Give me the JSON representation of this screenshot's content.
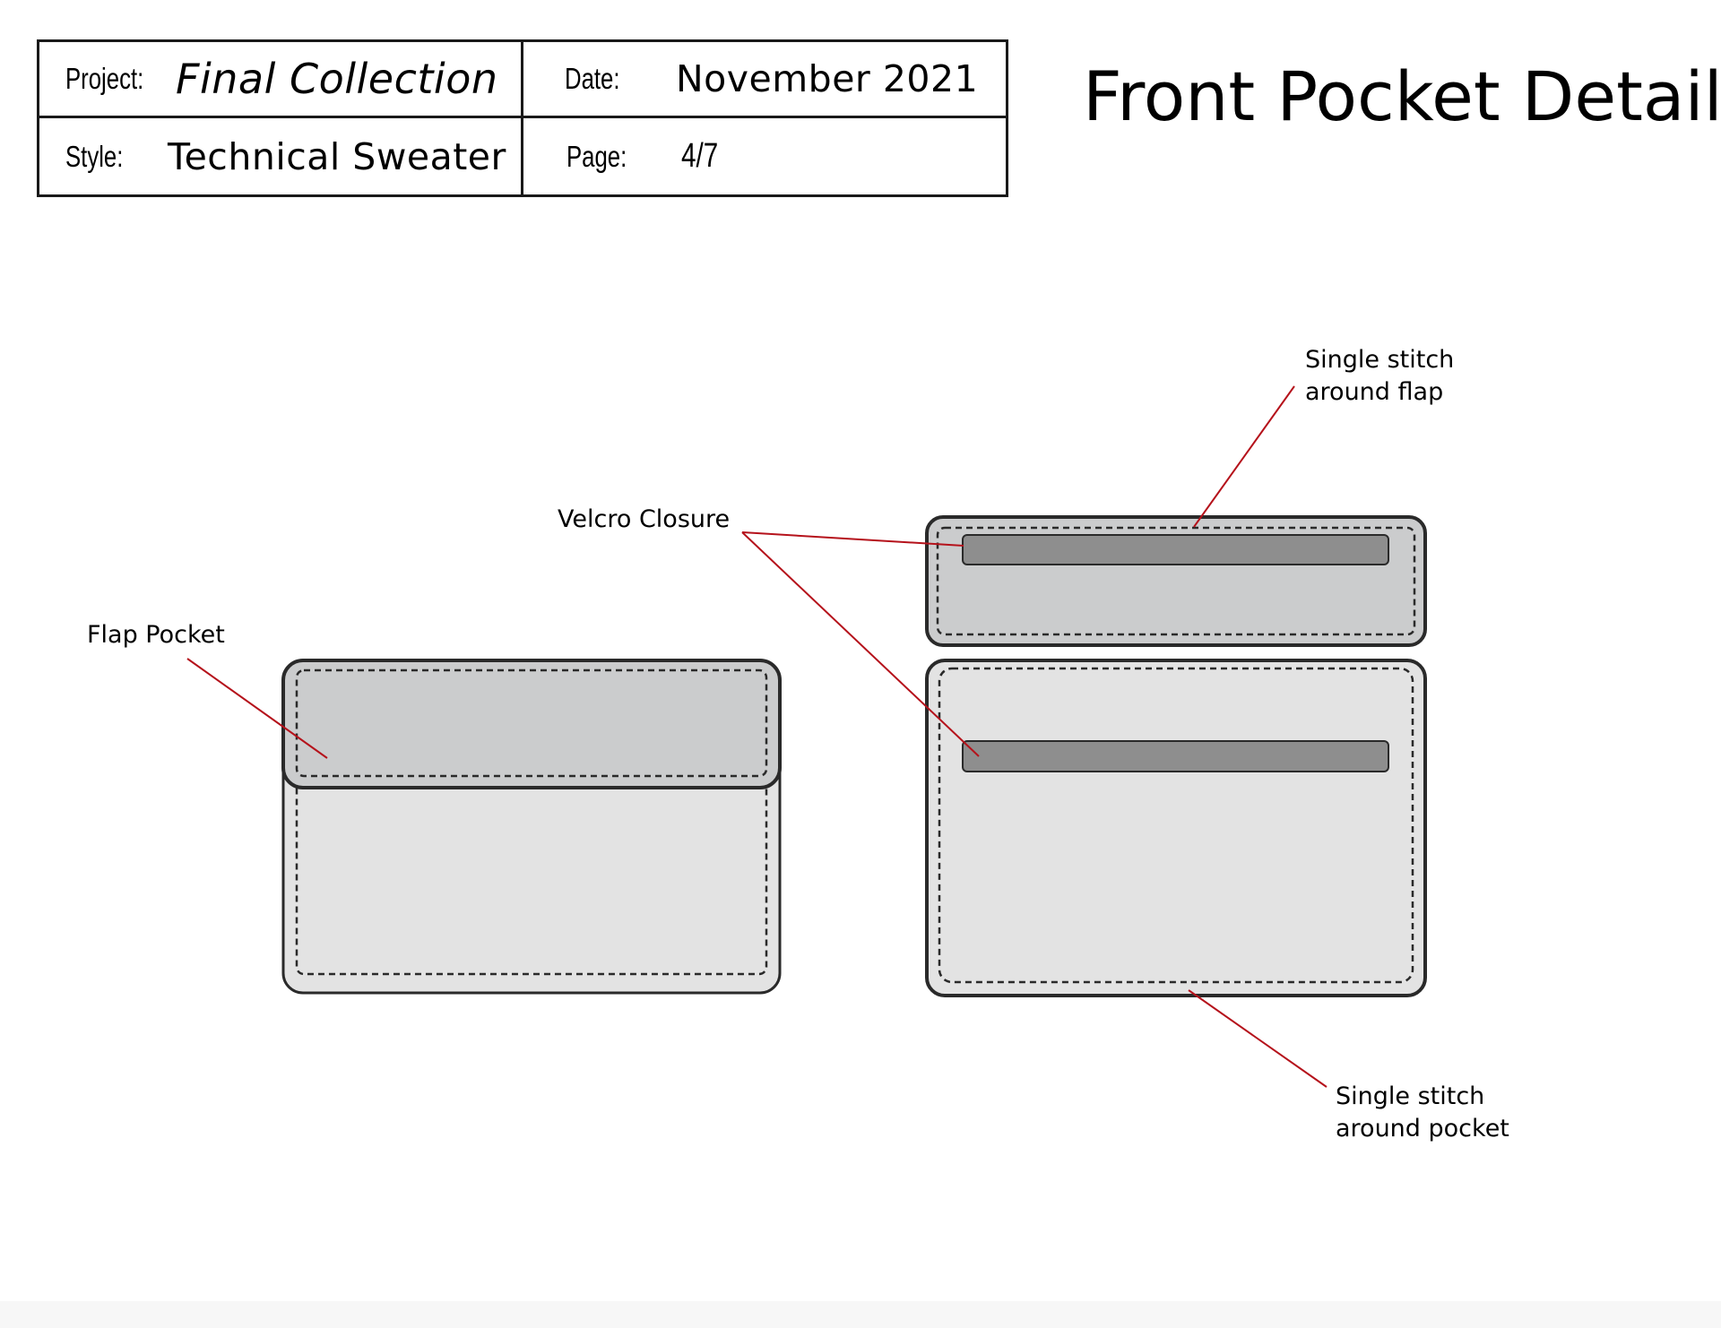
{
  "title_block": {
    "project_label": "Project:",
    "project_value": "Final Collection",
    "date_label": "Date:",
    "date_value": "November 2021",
    "style_label": "Style:",
    "style_value": "Technical Sweater",
    "page_label": "Page:",
    "page_value": "4/7"
  },
  "page_title": "Front Pocket Detail",
  "annotations": {
    "flap_pocket": "Flap Pocket",
    "velcro_closure": "Velcro Closure",
    "stitch_flap_line1": "Single stitch",
    "stitch_flap_line2": "around flap",
    "stitch_pocket_line1": "Single stitch",
    "stitch_pocket_line2": "around pocket"
  },
  "colors": {
    "pocket_fill": "#e3e3e3",
    "flap_fill": "#cbcccd",
    "velcro_fill": "#8e8e8e",
    "outline": "#2a2a2a",
    "leader_line": "#b5121b"
  }
}
